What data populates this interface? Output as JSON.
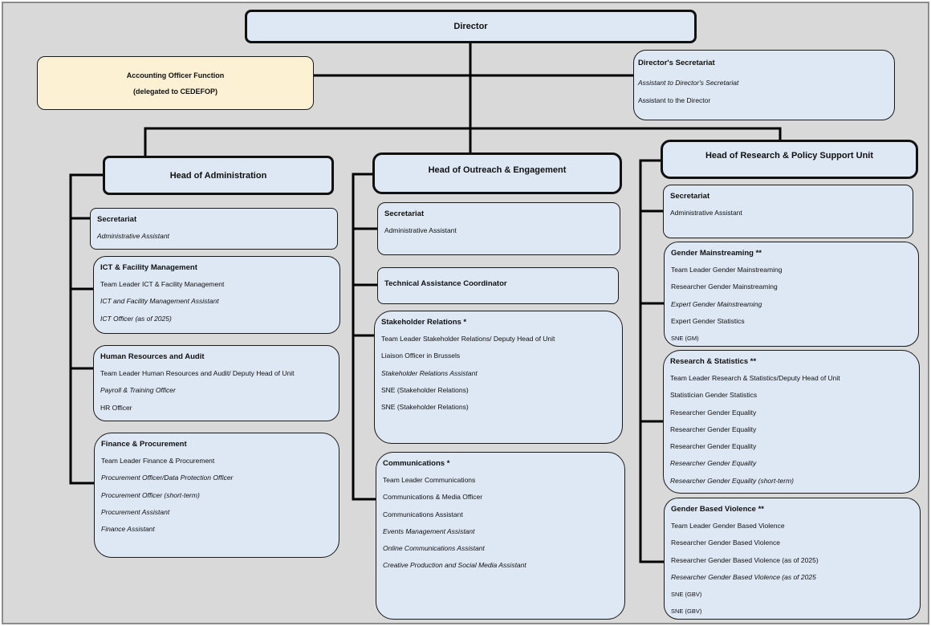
{
  "director": "Director",
  "accounting": {
    "line1": "Accounting Officer Function",
    "line2": "(delegated to CEDEFOP)"
  },
  "directors_secretariat": {
    "title": "Director's Secretariat",
    "roles": [
      {
        "text": "Assistant to Director's Secretariat",
        "italic": true
      },
      {
        "text": "Assistant to the Director",
        "italic": false
      }
    ]
  },
  "heads": {
    "administration": "Head of Administration",
    "outreach": "Head of Outreach & Engagement",
    "research": "Head of Research & Policy Support Unit"
  },
  "units": [
    {
      "key": "adm_secretariat",
      "title": "Secretariat",
      "roles": [
        {
          "text": "Administrative Assistant",
          "italic": true
        }
      ]
    },
    {
      "key": "ict",
      "title": "ICT & Facility Management",
      "roles": [
        {
          "text": "Team Leader ICT & Facility Management",
          "italic": false
        },
        {
          "text": "ICT  and Facility Management Assistant",
          "italic": true
        },
        {
          "text": "ICT Officer (as of 2025)",
          "italic": true
        }
      ]
    },
    {
      "key": "hr",
      "title": "Human Resources and Audit",
      "roles": [
        {
          "text": "Team Leader Human Resources and Audit/ Deputy Head of Unit",
          "italic": false
        },
        {
          "text": "Payroll & Training Officer",
          "italic": true
        },
        {
          "text": "HR Officer",
          "italic": false
        }
      ]
    },
    {
      "key": "finance",
      "title": "Finance & Procurement",
      "roles": [
        {
          "text": "Team Leader Finance & Procurement",
          "italic": false
        },
        {
          "text": "Procurement Officer/Data Protection Officer",
          "italic": true
        },
        {
          "text": "Procurement Officer (short-term)",
          "italic": true
        },
        {
          "text": "Procurement Assistant",
          "italic": true
        },
        {
          "text": "Finance Assistant",
          "italic": true
        }
      ]
    },
    {
      "key": "out_secretariat",
      "title": "Secretariat",
      "roles": [
        {
          "text": "Administrative Assistant",
          "italic": false
        }
      ]
    },
    {
      "key": "tac",
      "title": "Technical Assistance Coordinator",
      "roles": []
    },
    {
      "key": "stakeholder",
      "title": "Stakeholder Relations *",
      "roles": [
        {
          "text": "Team Leader Stakeholder Relations/ Deputy Head of Unit",
          "italic": false
        },
        {
          "text": "Liaison Officer in Brussels",
          "italic": false
        },
        {
          "text": "Stakeholder Relations Assistant",
          "italic": true
        },
        {
          "text": "SNE (Stakeholder Relations)",
          "italic": false
        },
        {
          "text": "SNE (Stakeholder Relations)",
          "italic": false
        }
      ]
    },
    {
      "key": "communications",
      "title": "Communications *",
      "roles": [
        {
          "text": "Team Leader Communications",
          "italic": false
        },
        {
          "text": "Communications & Media Officer",
          "italic": false
        },
        {
          "text": "Communications Assistant",
          "italic": false
        },
        {
          "text": "Events Management Assistant",
          "italic": true
        },
        {
          "text": "Online Communications Assistant",
          "italic": true
        },
        {
          "text": "Creative Production and Social Media Assistant",
          "italic": true
        }
      ]
    },
    {
      "key": "res_secretariat",
      "title": "Secretariat",
      "roles": [
        {
          "text": "Administrative Assistant",
          "italic": false
        }
      ]
    },
    {
      "key": "gm",
      "title": "Gender Mainstreaming **",
      "roles": [
        {
          "text": "Team Leader Gender Mainstreaming",
          "italic": false
        },
        {
          "text": "Researcher Gender Mainstreaming",
          "italic": false
        },
        {
          "text": "Expert Gender Mainstreaming",
          "italic": true
        },
        {
          "text": "Expert Gender Statistics",
          "italic": false
        },
        {
          "text": "SNE (GM)",
          "italic": false,
          "small": true
        }
      ]
    },
    {
      "key": "rs",
      "title": "Research & Statistics **",
      "roles": [
        {
          "text": "Team Leader Research & Statistics/Deputy Head of Unit",
          "italic": false
        },
        {
          "text": "Statistician Gender Statistics",
          "italic": false
        },
        {
          "text": "Researcher Gender Equality",
          "italic": false
        },
        {
          "text": "Researcher Gender Equality",
          "italic": false
        },
        {
          "text": " Researcher Gender Equality",
          "italic": false
        },
        {
          "text": " Researcher Gender Equality",
          "italic": true
        },
        {
          "text": "Researcher Gender Equality (short-term)",
          "italic": true
        }
      ]
    },
    {
      "key": "gbv",
      "title": "Gender Based Violence **",
      "roles": [
        {
          "text": "Team Leader Gender Based Violence",
          "italic": false
        },
        {
          "text": "Researcher Gender Based Violence",
          "italic": false
        },
        {
          "text": "Researcher Gender Based Violence (as of 2025)",
          "italic": false
        },
        {
          "text": "Researcher Gender Based Violence (as of 2025",
          "italic": true
        },
        {
          "text": "SNE (GBV)",
          "italic": false,
          "small": true
        },
        {
          "text": "SNE (GBV)",
          "italic": false,
          "small": true
        }
      ]
    }
  ]
}
